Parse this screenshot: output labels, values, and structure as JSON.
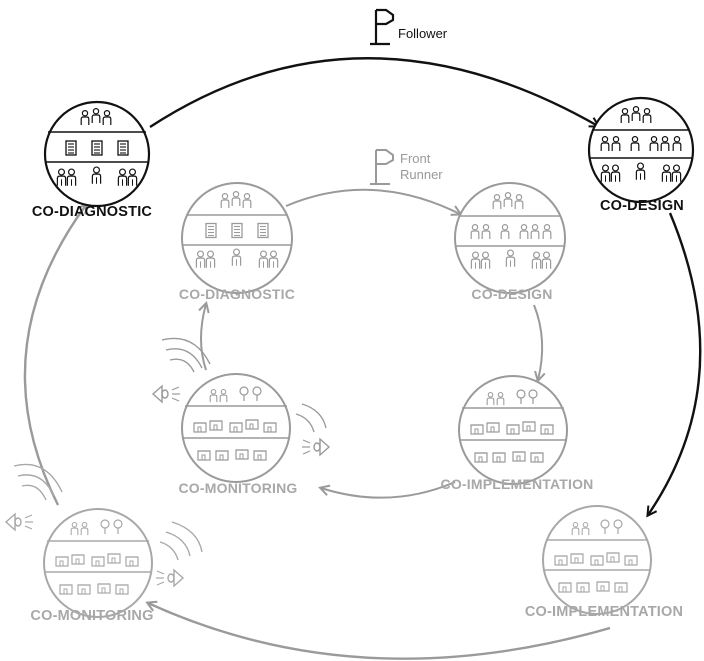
{
  "outer_cycle": {
    "color": "#111111",
    "flag_label": "Follower",
    "stages": {
      "co_diagnostic": "CO-DIAGNOSTIC",
      "co_design": "CO-DESIGN",
      "co_implementation": "CO-IMPLEMENTATION",
      "co_monitoring": "CO-MONITORING"
    },
    "stage_colors": {
      "co_diagnostic": "#111111",
      "co_design": "#111111",
      "co_implementation": "#a8a8a8",
      "co_monitoring": "#a8a8a8"
    }
  },
  "inner_cycle": {
    "color": "#9a9a9a",
    "flag_label_line1": "Front",
    "flag_label_line2": "Runner",
    "stages": {
      "co_diagnostic": "CO-DIAGNOSTIC",
      "co_design": "CO-DESIGN",
      "co_implementation": "CO-IMPLEMENTATION",
      "co_monitoring": "CO-MONITORING"
    }
  },
  "icons": [
    "flag-icon",
    "people-group-icon",
    "building-icon",
    "city-icon",
    "eye-icon",
    "signal-wave-icon"
  ]
}
